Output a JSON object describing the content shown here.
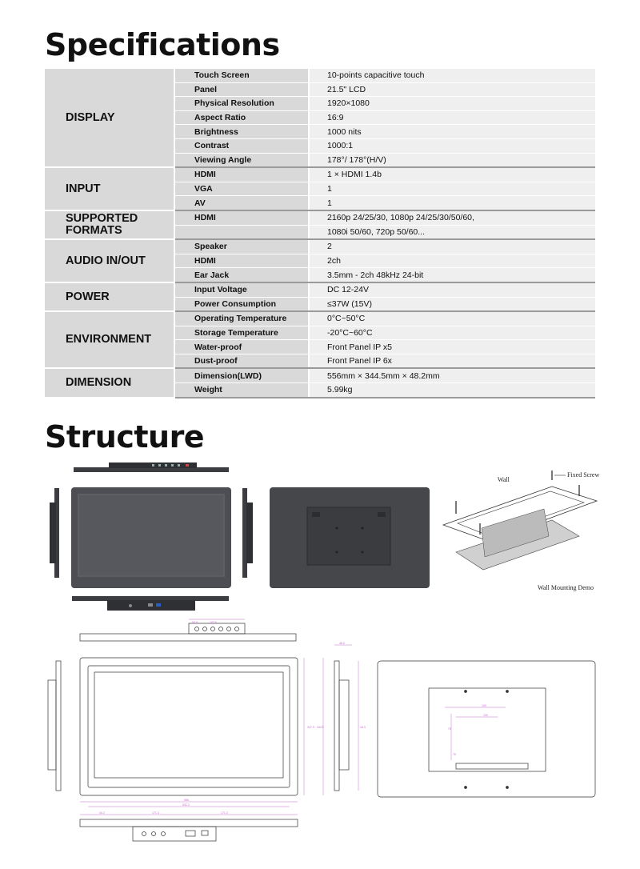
{
  "headings": {
    "specifications": "Specifications",
    "structure": "Structure"
  },
  "spec_groups": [
    {
      "name": "DISPLAY",
      "rows": [
        [
          "Touch Screen",
          "10-points capacitive touch"
        ],
        [
          "Panel",
          "21.5\" LCD"
        ],
        [
          "Physical Resolution",
          "1920×1080"
        ],
        [
          "Aspect Ratio",
          "16:9"
        ],
        [
          "Brightness",
          "1000 nits"
        ],
        [
          "Contrast",
          "1000:1"
        ],
        [
          "Viewing Angle",
          "178°/ 178°(H/V)"
        ]
      ]
    },
    {
      "name": "INPUT",
      "rows": [
        [
          "HDMI",
          "1 × HDMI 1.4b"
        ],
        [
          "VGA",
          "1"
        ],
        [
          "AV",
          "1"
        ]
      ]
    },
    {
      "name": "SUPPORTED FORMATS",
      "rows": [
        [
          "HDMI",
          "2160p 24/25/30, 1080p 24/25/30/50/60,"
        ],
        [
          "",
          "1080i 50/60, 720p 50/60..."
        ]
      ]
    },
    {
      "name": "AUDIO IN/OUT",
      "rows": [
        [
          "Speaker",
          "2"
        ],
        [
          "HDMI",
          "2ch"
        ],
        [
          "Ear Jack",
          "3.5mm - 2ch 48kHz 24-bit"
        ]
      ]
    },
    {
      "name": "POWER",
      "rows": [
        [
          "Input Voltage",
          "DC 12-24V"
        ],
        [
          "Power Consumption",
          "≤37W (15V)"
        ]
      ]
    },
    {
      "name": "ENVIRONMENT",
      "rows": [
        [
          "Operating Temperature",
          "0°C~50°C"
        ],
        [
          "Storage Temperature",
          "-20°C~60°C"
        ],
        [
          "Water-proof",
          "Front Panel IP x5"
        ],
        [
          "Dust-proof",
          "Front Panel IP 6x"
        ]
      ]
    },
    {
      "name": "DIMENSION",
      "rows": [
        [
          "Dimension(LWD)",
          "556mm × 344.5mm × 48.2mm"
        ],
        [
          "Weight",
          "5.99kg"
        ]
      ]
    }
  ],
  "structure_labels": {
    "wall": "Wall",
    "fixed_screw": "Fixed Screw",
    "wall_mounting_demo": "Wall Mounting Demo"
  },
  "dimension_marks": {
    "top": [
      "50.9",
      "103.6"
    ],
    "right": [
      "344.5",
      "327.3",
      "48.2",
      "16.3"
    ],
    "bottom": [
      "556",
      "532.3"
    ],
    "bottom_parts": [
      "34.2",
      "171.3",
      "171.3"
    ],
    "rear": [
      "100",
      "100",
      "75",
      "75"
    ]
  },
  "colors": {
    "table_label_bg": "#d9d9d9",
    "table_value_bg": "#efefef",
    "separator": "#9a9a9a",
    "dimension_lines": "#c86ccf",
    "device_dark": "#45474b"
  }
}
